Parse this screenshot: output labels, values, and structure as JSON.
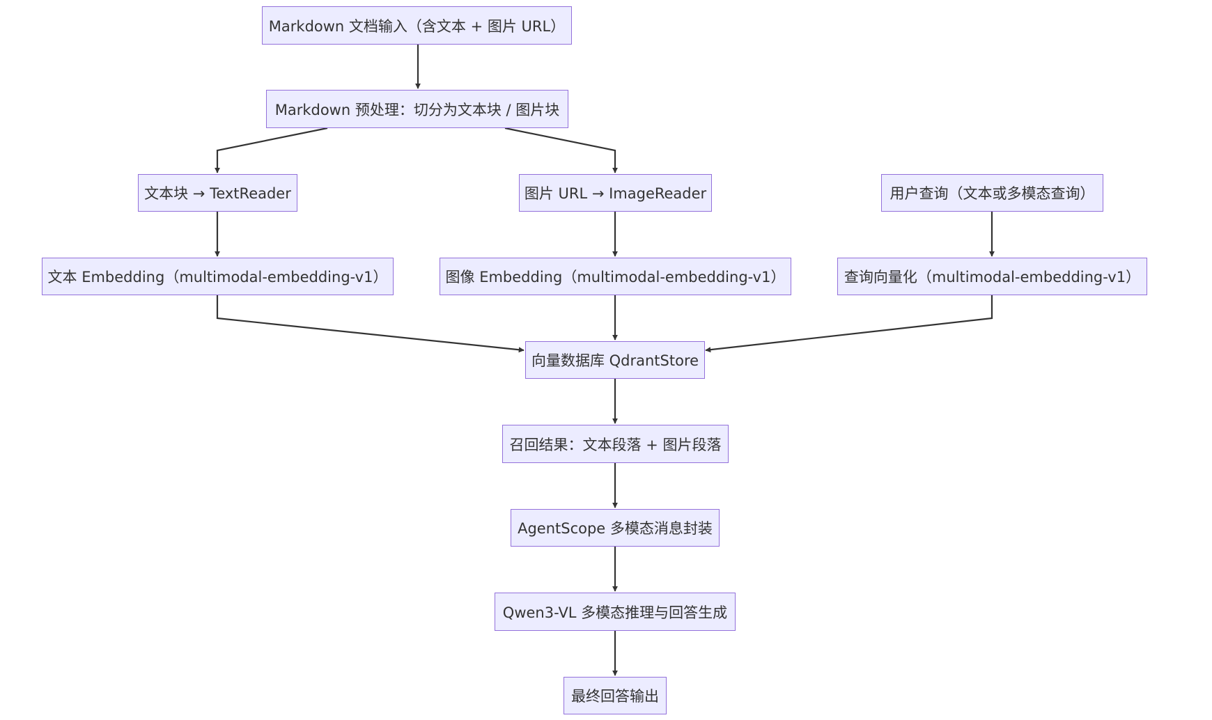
{
  "nodes": {
    "md_input": "Markdown 文档输入（含文本 + 图片 URL）",
    "md_preprocess": "Markdown 预处理：切分为文本块 / 图片块",
    "text_reader": "文本块 → TextReader",
    "image_reader": "图片 URL → ImageReader",
    "user_query": "用户查询（文本或多模态查询）",
    "text_embedding": "文本 Embedding（multimodal-embedding-v1）",
    "image_embedding": "图像 Embedding（multimodal-embedding-v1）",
    "query_vector": "查询向量化（multimodal-embedding-v1）",
    "vector_db": "向量数据库 QdrantStore",
    "recall": "召回结果：文本段落 + 图片段落",
    "agentscope": "AgentScope 多模态消息封装",
    "qwen": "Qwen3-VL 多模态推理与回答生成",
    "final": "最终回答输出"
  },
  "colors": {
    "node_fill": "#ececff",
    "node_border": "#9370db",
    "text": "#333333",
    "edge": "#333333"
  }
}
